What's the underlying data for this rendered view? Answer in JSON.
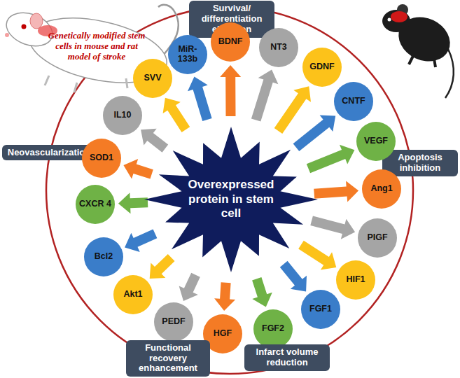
{
  "diagram": {
    "nodes": [
      {
        "text": [
          "Survival/ differentiation elevation"
        ]
      },
      {
        "text": [
          "Apoptosis inhibition"
        ]
      },
      {
        "text": [
          "Neovascularization"
        ]
      },
      {
        "text": [
          "Overexpressed protein in stem cell"
        ]
      },
      {
        "text": [
          "BDNF"
        ]
      },
      {
        "text": [
          "NT3"
        ]
      },
      {
        "text": [
          "GDNF"
        ]
      },
      {
        "text": [
          "CNTF"
        ]
      },
      {
        "text": [
          "VEGF"
        ]
      },
      {
        "text": [
          "Ang1"
        ]
      },
      {
        "text": [
          "PIGF"
        ]
      },
      {
        "text": [
          "HIF1"
        ]
      },
      {
        "text": [
          "FGF1"
        ]
      },
      {
        "text": [
          "FGF2"
        ]
      },
      {
        "text": [
          "HGF"
        ]
      },
      {
        "text": [
          "PEDF"
        ]
      },
      {
        "text": [
          "Akt1"
        ]
      },
      {
        "text": [
          "Bcl2"
        ]
      },
      {
        "text": [
          "CXCR 4"
        ]
      },
      {
        "text": [
          "SOD1"
        ]
      },
      {
        "text": [
          "IL10"
        ]
      },
      {
        "text": [
          "SVV"
        ]
      },
      {
        "text": [
          "MiR-133b"
        ]
      },
      {
        "text": [
          "Functional recovery enhancement"
        ]
      },
      {
        "text": [
          "Infarct volume reduction"
        ]
      }
    ],
    "edges": [
      {
        "from": 3,
        "to": 4,
        "arrow": "to"
      },
      {
        "from": 3,
        "to": 5,
        "arrow": "to"
      },
      {
        "from": 3,
        "to": 6,
        "arrow": "to"
      },
      {
        "from": 3,
        "to": 7,
        "arrow": "to"
      },
      {
        "from": 3,
        "to": 8,
        "arrow": "to"
      },
      {
        "from": 3,
        "to": 9,
        "arrow": "to"
      },
      {
        "from": 3,
        "to": 10,
        "arrow": "to"
      },
      {
        "from": 3,
        "to": 11,
        "arrow": "to"
      },
      {
        "from": 3,
        "to": 12,
        "arrow": "to"
      },
      {
        "from": 3,
        "to": 13,
        "arrow": "to"
      },
      {
        "from": 3,
        "to": 14,
        "arrow": "to"
      },
      {
        "from": 3,
        "to": 15,
        "arrow": "to"
      },
      {
        "from": 3,
        "to": 16,
        "arrow": "to"
      },
      {
        "from": 3,
        "to": 17,
        "arrow": "to"
      },
      {
        "from": 3,
        "to": 18,
        "arrow": "to"
      },
      {
        "from": 3,
        "to": 19,
        "arrow": "to"
      },
      {
        "from": 3,
        "to": 20,
        "arrow": "to"
      },
      {
        "from": 3,
        "to": 21,
        "arrow": "to"
      },
      {
        "from": 3,
        "to": 22,
        "arrow": "to"
      }
    ],
    "labels": [
      "Genetically modified stem cells in mouse and rat model of stroke"
    ]
  }
}
